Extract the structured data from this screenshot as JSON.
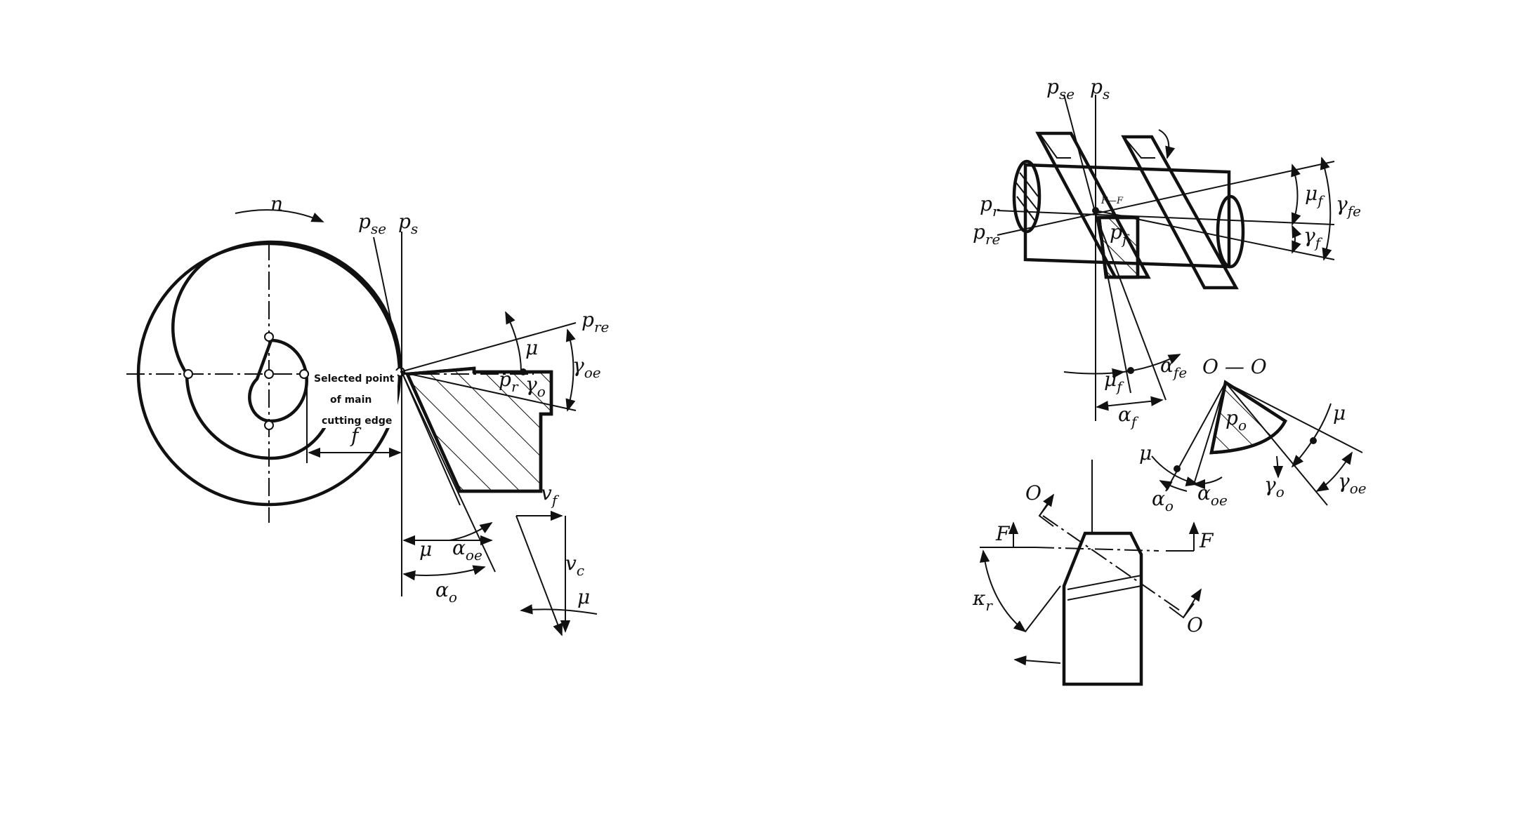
{
  "left": {
    "n": "n",
    "p_se": {
      "base": "p",
      "sub": "se"
    },
    "p_s": {
      "base": "p",
      "sub": "s"
    },
    "p_re": {
      "base": "p",
      "sub": "re"
    },
    "p_r": {
      "base": "p",
      "sub": "r"
    },
    "gamma_oe": {
      "base": "γ",
      "sub": "oe"
    },
    "gamma_o": {
      "base": "γ",
      "sub": "o"
    },
    "mu_top": "μ",
    "note_lines": [
      "Selected point",
      "of main",
      "cutting edge"
    ],
    "f": "f",
    "v_f": {
      "base": "v",
      "sub": "f"
    },
    "v_c": {
      "base": "v",
      "sub": "c"
    },
    "mu_bottom": "μ",
    "alpha_oe": {
      "base": "α",
      "sub": "oe"
    },
    "alpha_o": {
      "base": "α",
      "sub": "o"
    },
    "mu_v": "μ"
  },
  "right": {
    "p_se": {
      "base": "p",
      "sub": "se"
    },
    "p_s": {
      "base": "p",
      "sub": "s"
    },
    "p_r": {
      "base": "p",
      "sub": "r"
    },
    "p_re": {
      "base": "p",
      "sub": "re"
    },
    "ff": "F—F",
    "p_f": {
      "base": "p",
      "sub": "f"
    },
    "mu_f": {
      "base": "μ",
      "sub": "f"
    },
    "gamma_f": {
      "base": "γ",
      "sub": "f"
    },
    "gamma_fe": {
      "base": "γ",
      "sub": "fe"
    },
    "alpha_fe": {
      "base": "α",
      "sub": "fe"
    },
    "mu_f2": {
      "base": "μ",
      "sub": "f"
    },
    "alpha_f": {
      "base": "α",
      "sub": "f"
    },
    "oo": "O — O",
    "p_o": {
      "base": "p",
      "sub": "o"
    },
    "mu_a": "μ",
    "mu_b": "μ",
    "alpha_o": {
      "base": "α",
      "sub": "o"
    },
    "alpha_oe": {
      "base": "α",
      "sub": "oe"
    },
    "gamma_o": {
      "base": "γ",
      "sub": "o"
    },
    "gamma_oe": {
      "base": "γ",
      "sub": "oe"
    },
    "o_top": "O",
    "o_bottom": "O",
    "f_left": "F",
    "f_right": "F",
    "kappa_r": {
      "base": "κ",
      "sub": "r"
    }
  }
}
